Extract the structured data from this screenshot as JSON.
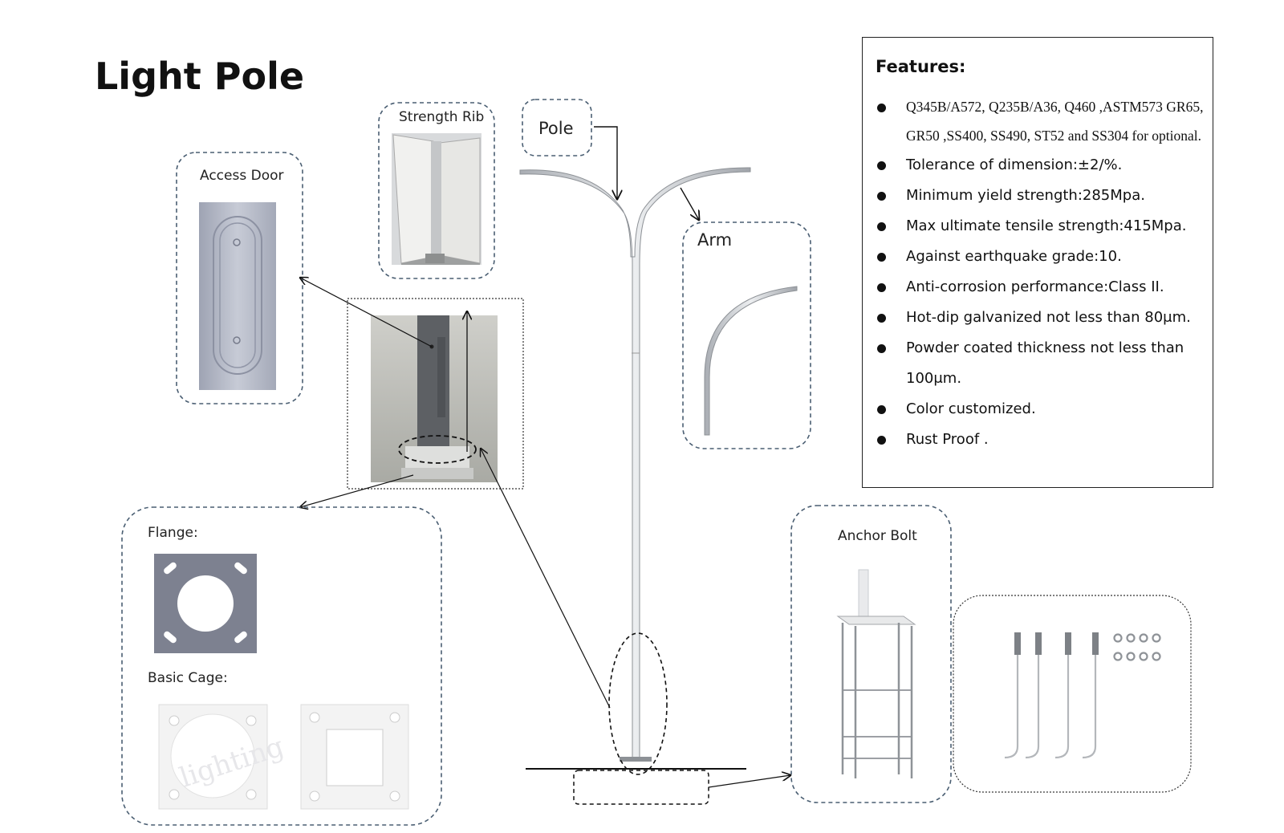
{
  "title": "Light Pole",
  "labels": {
    "strength_rib": "Strength Rib",
    "pole": "Pole",
    "access_door": "Access Door",
    "arm": "Arm",
    "flange": "Flange:",
    "basic_cage": "Basic Cage:",
    "anchor_bolt": "Anchor Bolt",
    "watermark": "lighting"
  },
  "features": {
    "heading": "Features:",
    "items": [
      "Q345B/A572, Q235B/A36, Q460 ,ASTM573 GR65, GR50 ,SS400, SS490, ST52 and SS304 for optional.",
      "Tolerance of dimension:±2/%.",
      "Minimum yield strength:285Mpa.",
      "Max ultimate tensile strength:415Mpa.",
      "Against earthquake grade:10.",
      "Anti-corrosion performance:Class II.",
      "Hot-dip galvanized not less than 80μm.",
      "Powder coated thickness not less than 100μm.",
      "Color customized.",
      "Rust Proof ."
    ]
  },
  "colors": {
    "dashed_border": "#4a5e72",
    "pole_metal": "#c9ccd0",
    "flange_plate": "#7d8190",
    "text": "#111111"
  }
}
